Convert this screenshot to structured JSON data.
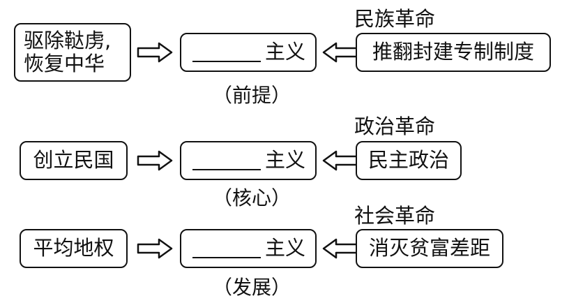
{
  "rows": [
    {
      "left_lines": [
        "驱除鞑虏,",
        "恢复中华"
      ],
      "center_text": "主义",
      "right_text": "推翻封建专制制度",
      "top_label": "民族革命",
      "caption": "（前提）"
    },
    {
      "left_lines": [
        "创立民国"
      ],
      "center_text": "主义",
      "right_text": "民主政治",
      "top_label": "政治革命",
      "caption": "（核心）"
    },
    {
      "left_lines": [
        "平均地权"
      ],
      "center_text": "主义",
      "right_text": "消灭贫富差距",
      "top_label": "社会革命",
      "caption": "（发展）"
    }
  ]
}
